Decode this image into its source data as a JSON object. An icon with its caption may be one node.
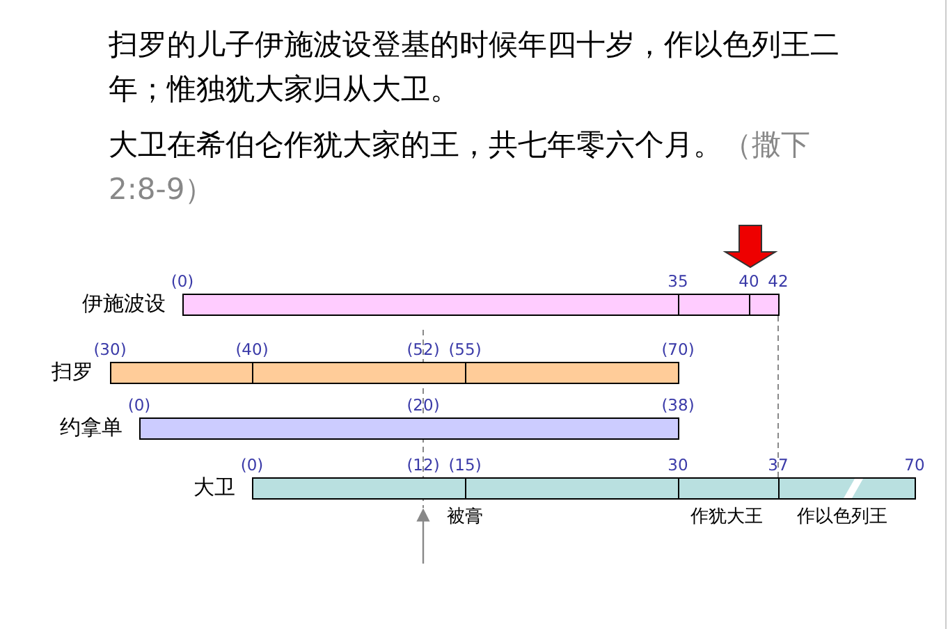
{
  "diagram": {
    "nodes": [
      {
        "text": [
          "伊施波设"
        ],
        "beside": [
          "(0)",
          "35",
          "40",
          "42"
        ]
      },
      {
        "text": [
          "扫罗"
        ],
        "beside": [
          "(30)",
          "(40)",
          "(52)",
          "(55)",
          "(70)"
        ]
      },
      {
        "text": [
          "约拿单"
        ],
        "beside": [
          "(0)",
          "(20)",
          "(38)"
        ]
      },
      {
        "text": [
          "大卫"
        ],
        "beside": [
          "(0)",
          "(12)",
          "(15)",
          "30",
          "37",
          "70",
          "被膏",
          "作犹大王",
          "作以色列王"
        ]
      }
    ],
    "edges": [
      {
        "from": 0,
        "to": 3,
        "arrow": "none",
        "style": "dashed"
      }
    ],
    "labels": [
      "扫罗的儿子伊施波设登基的时候年四十岁，作以色列王二年；惟独犹大家归从大卫。",
      "大卫在希伯仑作犹大家的王，共七年零六个月。",
      "（撒下2:8-9）"
    ]
  }
}
